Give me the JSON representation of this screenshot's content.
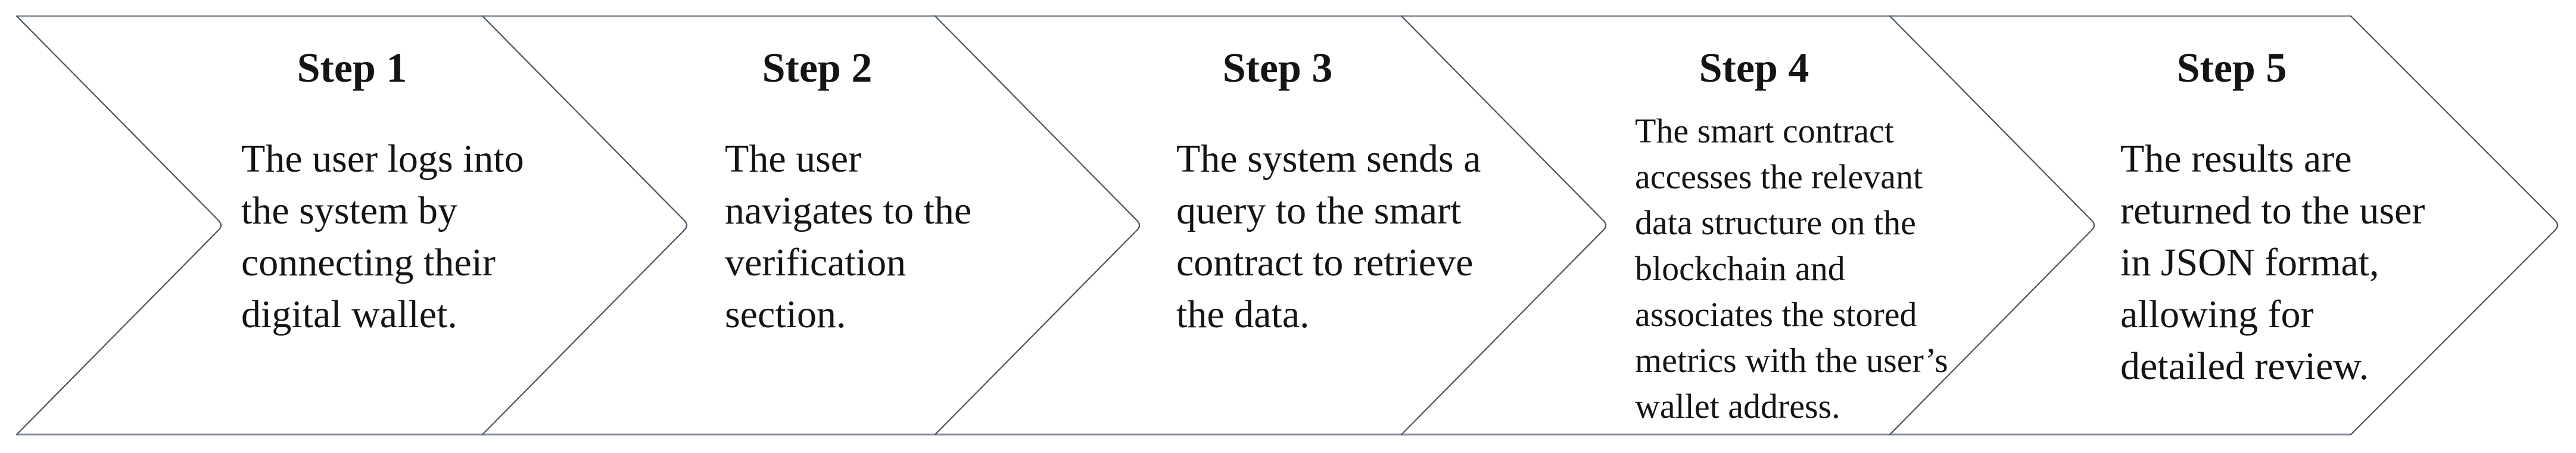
{
  "diagram": {
    "type": "process-flow-chevron",
    "direction": "left-to-right",
    "background_color": "#ffffff",
    "outline_horizontal_color": "#8a919b",
    "outline_diagonal_color": "#4a5563",
    "text_color": "#141414",
    "steps": [
      {
        "title": "Step 1",
        "description": "The user logs into\nthe system by\nconnecting their\ndigital wallet."
      },
      {
        "title": "Step 2",
        "description": "The user\nnavigates to the\nverification\nsection."
      },
      {
        "title": "Step 3",
        "description": "The system sends a\nquery to the smart\ncontract to retrieve\nthe data."
      },
      {
        "title": "Step 4",
        "description": "The smart contract\naccesses the relevant\ndata structure on the\nblockchain and\nassociates the stored\nmetrics with the user’s\nwallet address."
      },
      {
        "title": "Step 5",
        "description": "The results are\nreturned to the user\nin JSON format,\nallowing for\ndetailed review."
      }
    ]
  }
}
